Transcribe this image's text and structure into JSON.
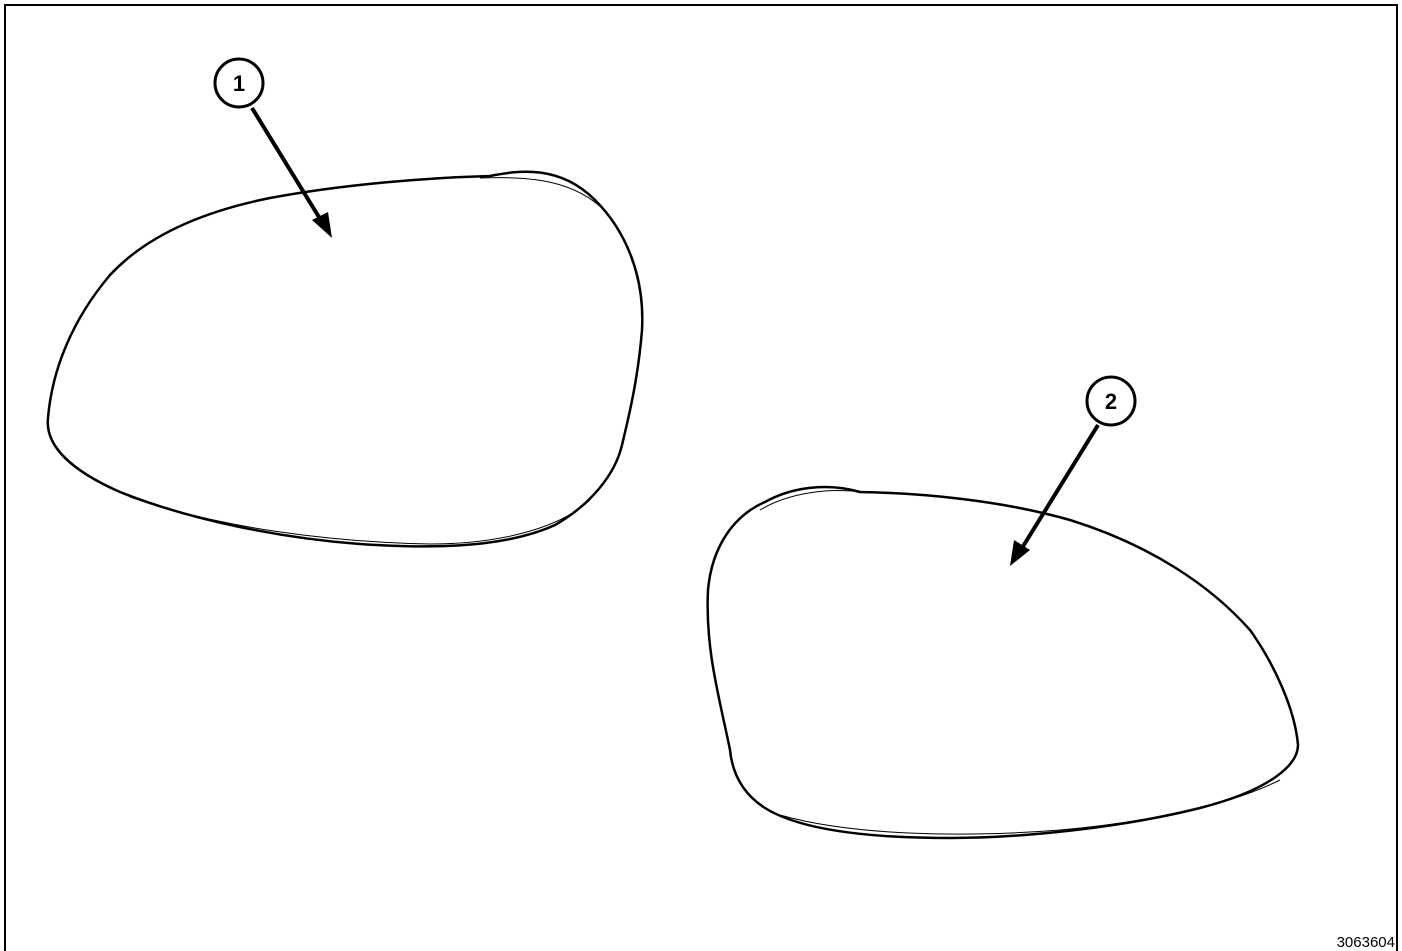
{
  "figure": {
    "figure_id": "3063604",
    "line_color": "#000000",
    "background": "#ffffff"
  },
  "callouts": [
    {
      "label": "1"
    },
    {
      "label": "2"
    }
  ]
}
